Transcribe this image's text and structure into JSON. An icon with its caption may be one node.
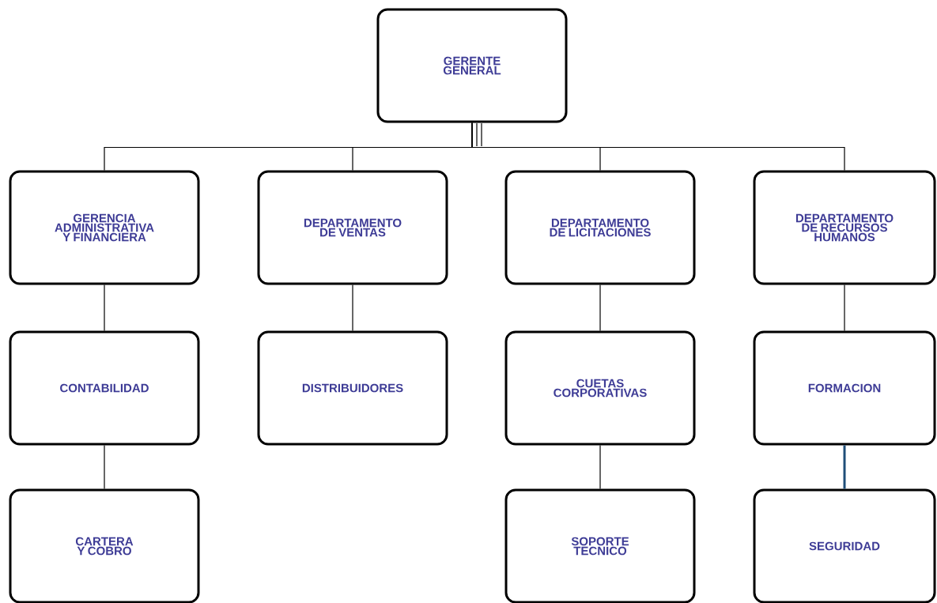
{
  "diagram": {
    "nodes": [
      {
        "text": [
          "GERENTE GENERAL"
        ]
      },
      {
        "text": [
          "GERENCIA ADMINISTRATIVA Y FINANCIERA"
        ]
      },
      {
        "text": [
          "DEPARTAMENTO DE VENTAS"
        ]
      },
      {
        "text": [
          "DEPARTAMENTO DE LICITACIONES"
        ]
      },
      {
        "text": [
          "DEPARTAMENTO DE RECURSOS HUMANOS"
        ]
      },
      {
        "text": [
          "CONTABILIDAD"
        ]
      },
      {
        "text": [
          "DISTRIBUIDORES"
        ]
      },
      {
        "text": [
          "CUETAS CORPORATIVAS"
        ]
      },
      {
        "text": [
          "FORMACION"
        ]
      },
      {
        "text": [
          "CARTERA Y COBRO"
        ]
      },
      {
        "text": [
          "SOPORTE TECNICO"
        ]
      },
      {
        "text": [
          "SEGURIDAD"
        ]
      }
    ],
    "edges": [
      {
        "from": 0,
        "to": 1,
        "arrow": "none"
      },
      {
        "from": 0,
        "to": 2,
        "arrow": "none"
      },
      {
        "from": 0,
        "to": 3,
        "arrow": "none"
      },
      {
        "from": 0,
        "to": 4,
        "arrow": "none"
      },
      {
        "from": 1,
        "to": 5,
        "arrow": "none"
      },
      {
        "from": 2,
        "to": 6,
        "arrow": "none"
      },
      {
        "from": 3,
        "to": 7,
        "arrow": "none"
      },
      {
        "from": 4,
        "to": 8,
        "arrow": "none"
      },
      {
        "from": 5,
        "to": 9,
        "arrow": "none"
      },
      {
        "from": 7,
        "to": 10,
        "arrow": "none"
      },
      {
        "from": 8,
        "to": 11,
        "arrow": "none",
        "style": "thick",
        "color": "#1f4e79"
      }
    ]
  }
}
